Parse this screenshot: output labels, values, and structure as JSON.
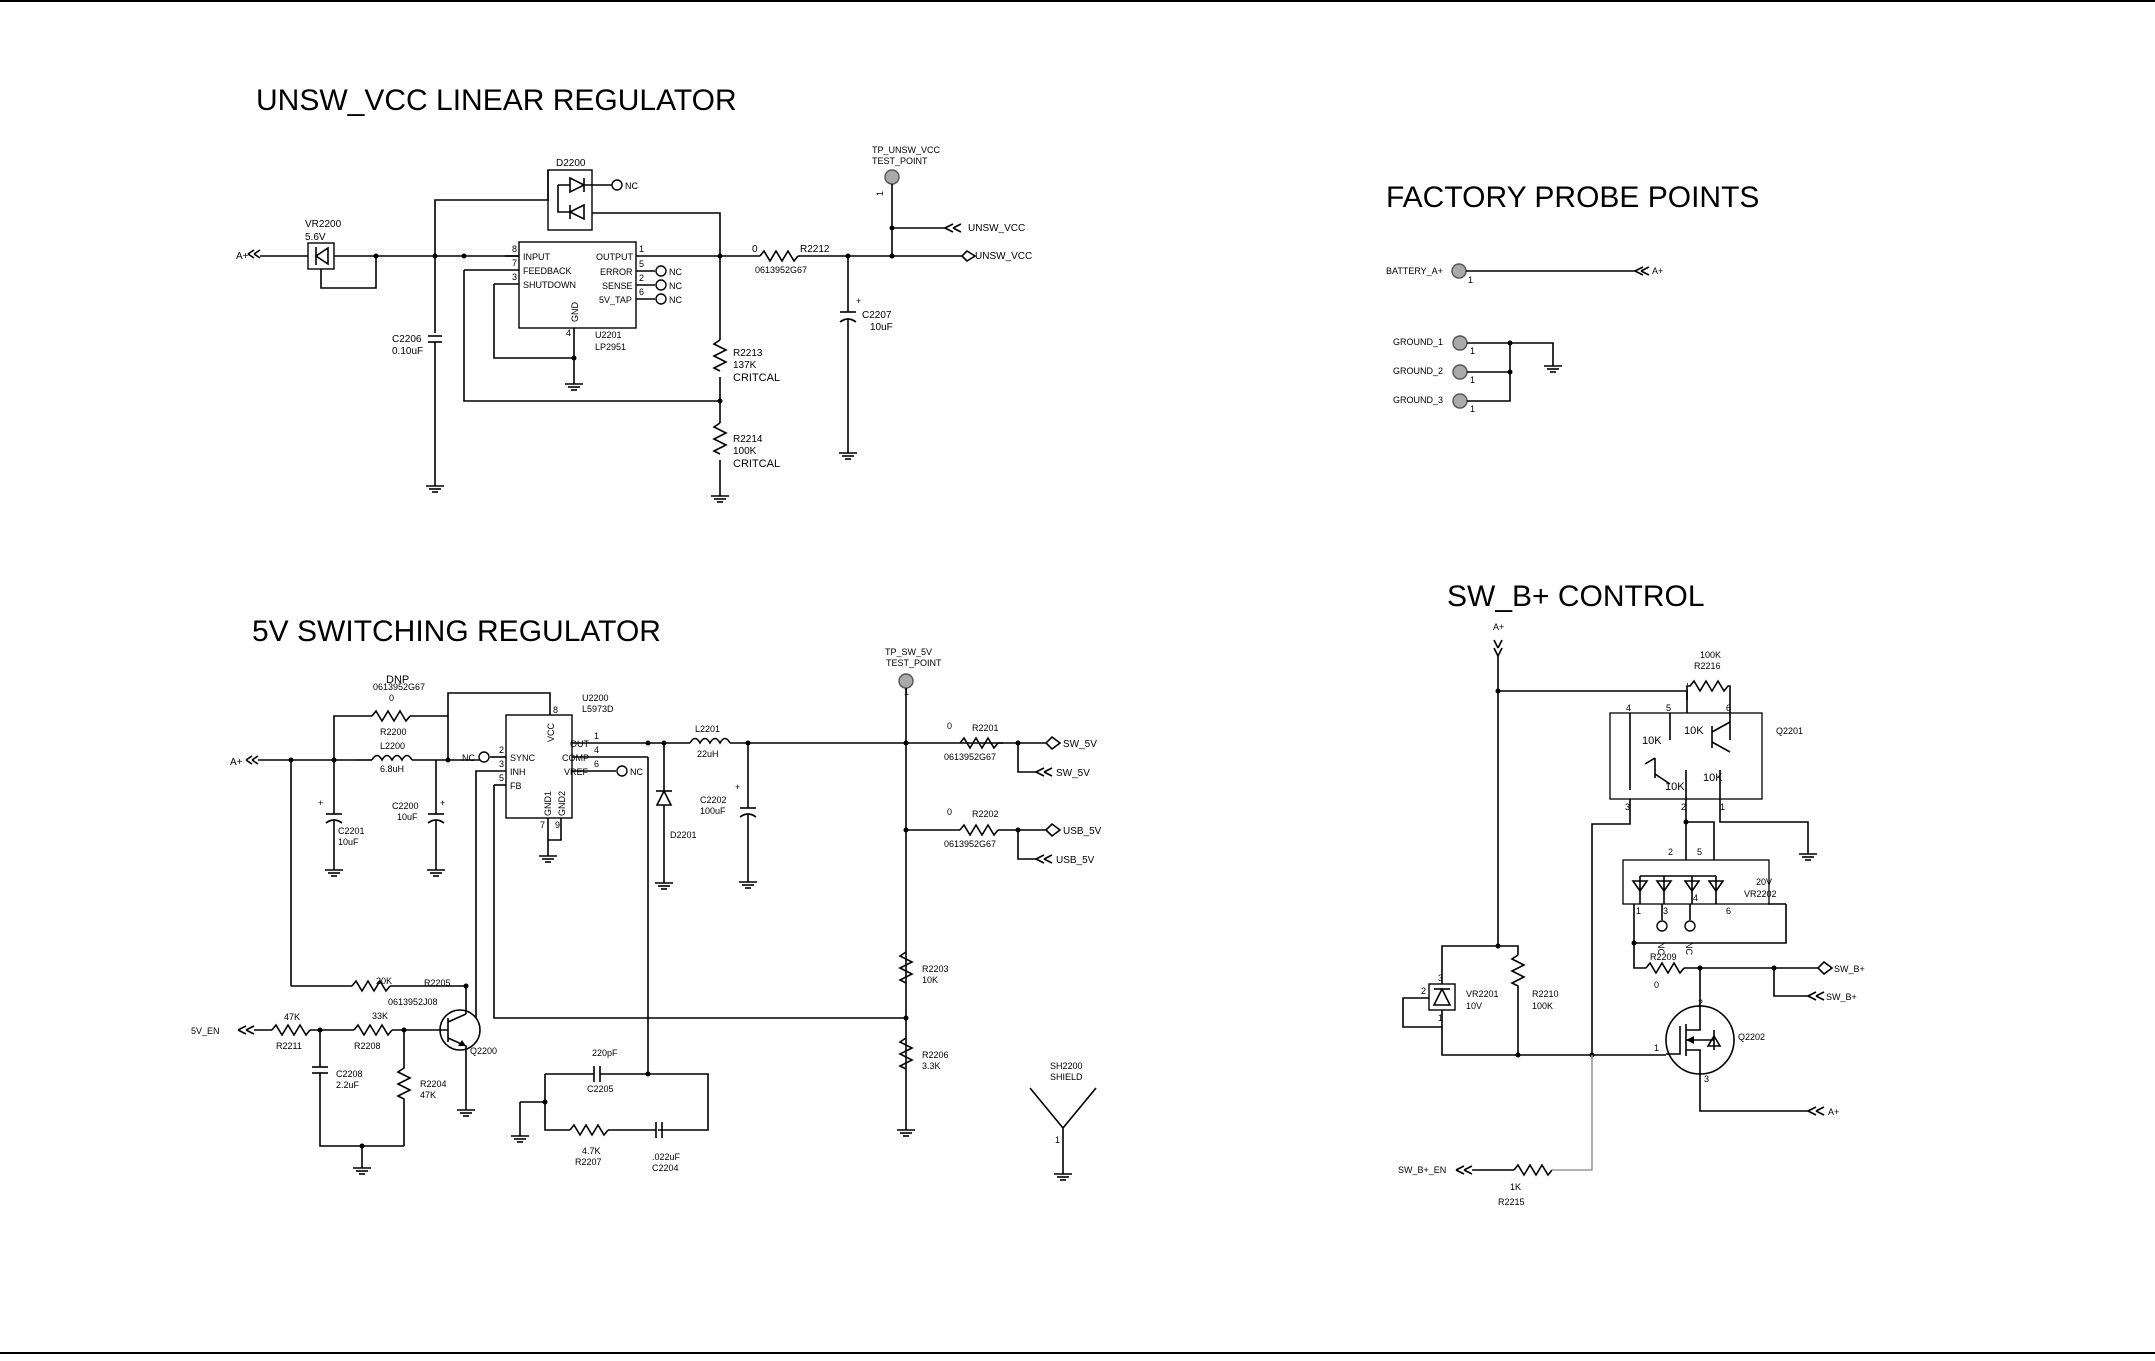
{
  "sections": {
    "unsw": "UNSW_VCC LINEAR REGULATOR",
    "probe": "FACTORY PROBE POINTS",
    "sw5v": "5V SWITCHING REGULATOR",
    "swb": "SW_B+ CONTROL"
  },
  "unsw": {
    "in_port": "A+",
    "vr": [
      "VR2200",
      "5.6V"
    ],
    "d": "D2200",
    "d_nc": "NC",
    "cap_in": [
      "C2206",
      "0.10uF"
    ],
    "ic": [
      "U2201",
      "LP2951"
    ],
    "pins_left": [
      {
        "num": "8",
        "name": "INPUT"
      },
      {
        "num": "7",
        "name": "FEEDBACK"
      },
      {
        "num": "3",
        "name": "SHUTDOWN"
      }
    ],
    "pins_right": [
      {
        "num": "1",
        "name": "OUTPUT"
      },
      {
        "num": "5",
        "name": "ERROR"
      },
      {
        "num": "2",
        "name": "SENSE"
      },
      {
        "num": "6",
        "name": "5V_TAP"
      }
    ],
    "gnd_pin": {
      "num": "4",
      "name": "GND"
    },
    "nc": [
      "NC",
      "NC",
      "NC"
    ],
    "r2212": [
      "0",
      "R2212",
      "0613952G67"
    ],
    "tp": [
      "TP_UNSW_VCC",
      "TEST_POINT",
      "1"
    ],
    "out1": "UNSW_VCC",
    "out2": "UNSW_VCC",
    "cap_out": [
      "C2207",
      "10uF"
    ],
    "r2213": [
      "R2213",
      "137K",
      "CRITCAL"
    ],
    "r2214": [
      "R2214",
      "100K",
      "CRITCAL"
    ]
  },
  "probe": {
    "battery": [
      "BATTERY_A+",
      "1",
      "A+"
    ],
    "grounds": [
      [
        "GROUND_1",
        "1"
      ],
      [
        "GROUND_2",
        "1"
      ],
      [
        "GROUND_3",
        "1"
      ]
    ]
  },
  "sw5v": {
    "in_port": "A+",
    "dnp": [
      "DNP",
      "0613952G67",
      "0",
      "R2200"
    ],
    "l2200": [
      "L2200",
      "6.8uH"
    ],
    "c2201": [
      "C2201",
      "10uF"
    ],
    "c2200": [
      "C2200",
      "10uF"
    ],
    "ic": [
      "U2200",
      "L5973D"
    ],
    "vcc": [
      "VCC",
      "8"
    ],
    "pins_left": [
      {
        "num": "2",
        "name": "SYNC"
      },
      {
        "num": "3",
        "name": "INH"
      },
      {
        "num": "5",
        "name": "FB"
      }
    ],
    "pins_right": [
      {
        "num": "1",
        "name": "OUT"
      },
      {
        "num": "4",
        "name": "COMP"
      },
      {
        "num": "6",
        "name": "VREF"
      }
    ],
    "gnd_pins": [
      [
        "GND1",
        "7"
      ],
      [
        "GND2",
        "9"
      ]
    ],
    "nc_sync": "NC",
    "nc_vref": "NC",
    "l2201": [
      "L2201",
      "22uH"
    ],
    "c2202": [
      "C2202",
      "100uF"
    ],
    "d2201": "D2201",
    "tp": [
      "TP_SW_5V",
      "TEST_POINT",
      "1"
    ],
    "r2201": [
      "0",
      "R2201",
      "0613952G67"
    ],
    "r2202": [
      "0",
      "R2202",
      "0613952G67"
    ],
    "out_sw1": "SW_5V",
    "out_sw2": "SW_5V",
    "out_usb1": "USB_5V",
    "out_usb2": "USB_5V",
    "r2203": [
      "R2203",
      "10K"
    ],
    "r2206": [
      "R2206",
      "3.3K"
    ],
    "r2205": [
      "20K",
      "R2205",
      "0613952J08"
    ],
    "en": "5V_EN",
    "r2211": [
      "47K",
      "R2211"
    ],
    "r2208": [
      "33K",
      "R2208"
    ],
    "c2208": [
      "C2208",
      "2.2uF"
    ],
    "r2204": [
      "R2204",
      "47K"
    ],
    "q2200": "Q2200",
    "c2205": [
      "220pF",
      "C2205"
    ],
    "r2207": [
      "4.7K",
      "R2207"
    ],
    "c2204": [
      ".022uF",
      "C2204"
    ],
    "shield": [
      "SH2200",
      "SHIELD",
      "1"
    ]
  },
  "swb": {
    "top_port": "A+",
    "r2216": [
      "100K",
      "R2216"
    ],
    "q2201": "Q2201",
    "q2201_pins": [
      "4",
      "5",
      "6",
      "3",
      "2",
      "1"
    ],
    "q2201_res": [
      "10K",
      "10K",
      "10K",
      "10K"
    ],
    "vr2202": [
      "20V",
      "VR2202"
    ],
    "vr_pins_top": [
      "2",
      "5"
    ],
    "vr_pins_bot": [
      "1",
      "3",
      "4",
      "6"
    ],
    "vr_nc": [
      "NC",
      "NC"
    ],
    "vr2201": [
      "VR2201",
      "10V"
    ],
    "vr2201_pins": [
      "3",
      "2",
      "1"
    ],
    "r2210": [
      "R2210",
      "100K"
    ],
    "r2209": [
      "R2209",
      "0"
    ],
    "out1": "SW_B+",
    "out2": "SW_B+",
    "q2202": "Q2202",
    "q2202_pins": [
      "2",
      "1",
      "3"
    ],
    "bot_port": "A+",
    "en": "SW_B+_EN",
    "r2215": [
      "1K",
      "R2215"
    ]
  }
}
